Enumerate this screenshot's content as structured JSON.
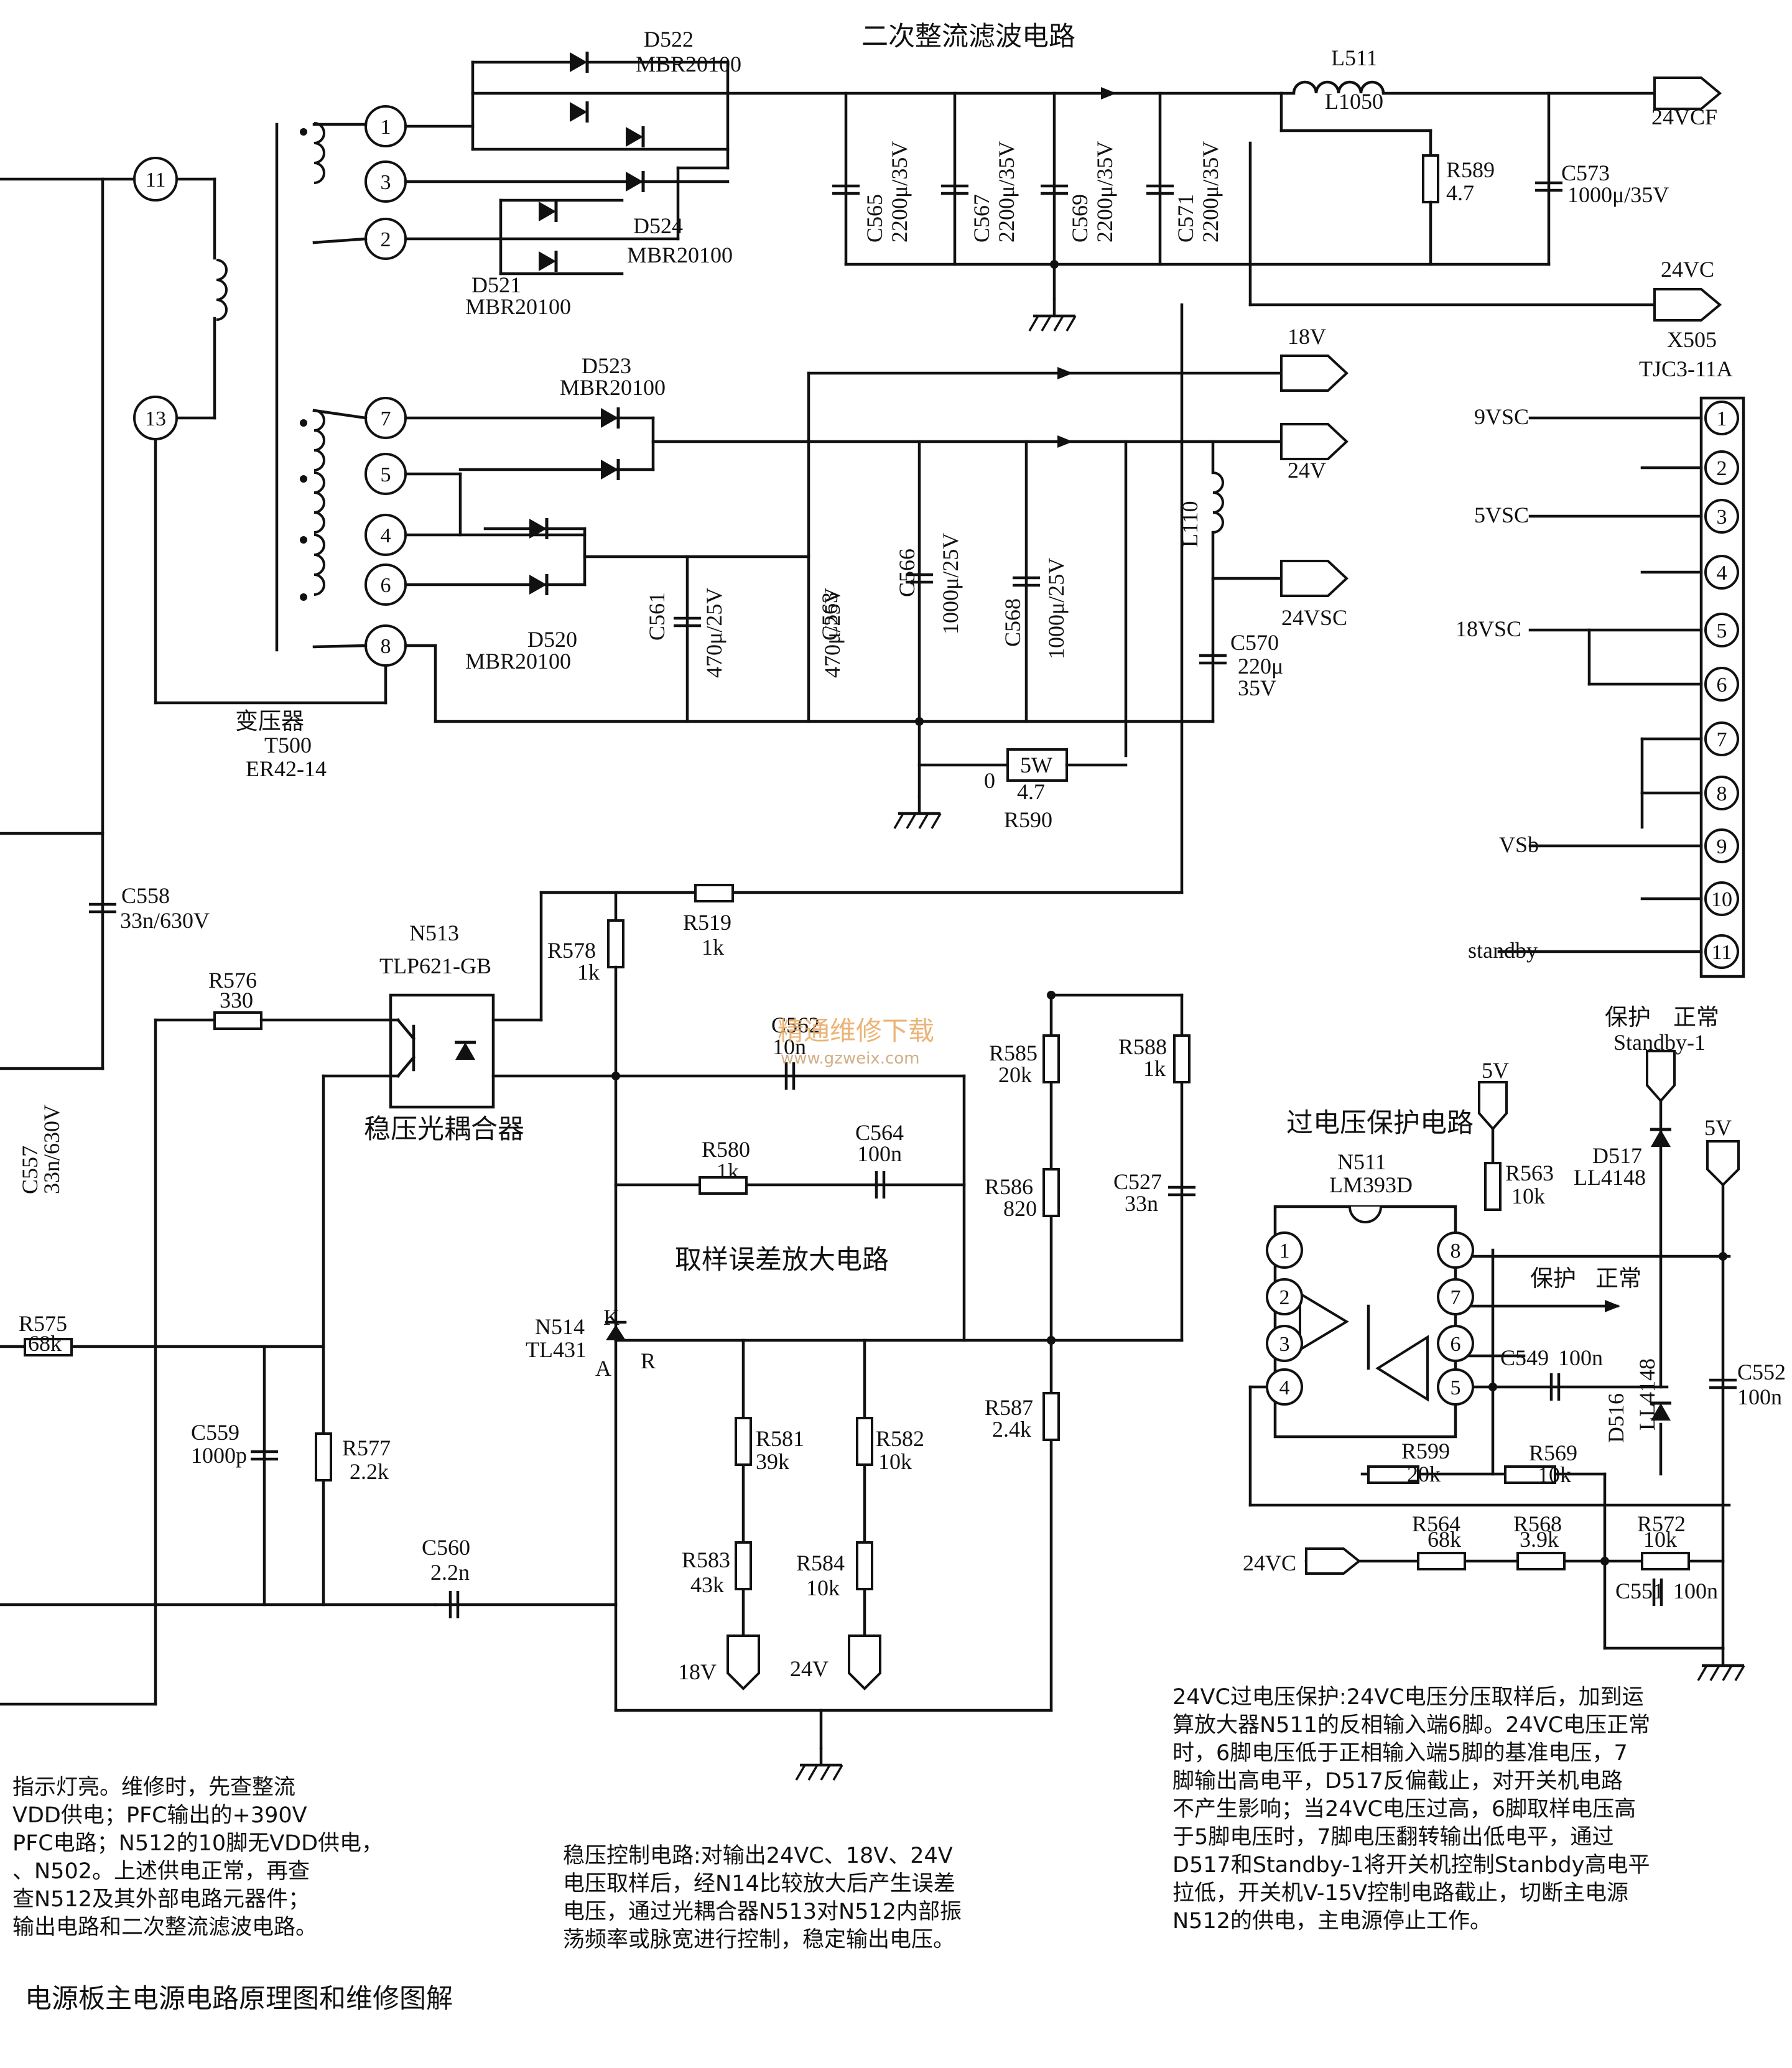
{
  "transformer": {
    "pins": [
      "11",
      "13",
      "1",
      "3",
      "2",
      "7",
      "5",
      "4",
      "6",
      "8"
    ],
    "name": "变压器",
    "ref": "T500",
    "type": "ER42-14"
  },
  "connector": {
    "ref": "X505",
    "type": "TJC3-11A",
    "pins": [
      "1",
      "2",
      "3",
      "4",
      "5",
      "6",
      "7",
      "8",
      "9",
      "10",
      "11"
    ],
    "signals": [
      "9VSC",
      "5VSC",
      "18VSC",
      "VSb",
      "standby"
    ]
  },
  "titles": {
    "secondary": "二次整流滤波电路",
    "optocoupler_caption": "稳压光耦合器",
    "error_amp": "取样误差放大电路",
    "ovp": "过电压保护电路",
    "page_title": "电源板主电源电路原理图和维修图解"
  },
  "components": [
    "D522",
    "MBR20100",
    "D524",
    "MBR20100",
    "D521",
    "MBR20100",
    "D523",
    "MBR20100",
    "D520",
    "MBR20100",
    "L511",
    "L1050",
    "R589",
    "4.7",
    "C573",
    "1000μ/35V",
    "C565",
    "2200μ/35V",
    "C567",
    "2200μ/35V",
    "C569",
    "2200μ/35V",
    "C571",
    "2200μ/35V",
    "C561",
    "470μ/25V",
    "C563",
    "470μ/25V",
    "C566",
    "1000μ/25V",
    "C568",
    "1000μ/25V",
    "L110",
    "C570",
    "220μ",
    "35V",
    "5W",
    "4.7",
    "R590",
    "0",
    "C558",
    "33n/630V",
    "C557",
    "33n/630V",
    "N513",
    "TLP621-GB",
    "R576",
    "330",
    "R578",
    "1k",
    "R519",
    "1k",
    "C562",
    "10n",
    "R580",
    "1k",
    "C564",
    "100n",
    "R585",
    "20k",
    "R586",
    "820",
    "R587",
    "2.4k",
    "R588",
    "1k",
    "C527",
    "33n",
    "N514",
    "TL431",
    "K",
    "A",
    "R",
    "R581",
    "39k",
    "R582",
    "10k",
    "R583",
    "43k",
    "R584",
    "10k",
    "R575",
    "68k",
    "C559",
    "1000p",
    "R577",
    "2.2k",
    "C560",
    "2.2n",
    "N511",
    "LM393D",
    "R563",
    "10k",
    "D517",
    "LL4148",
    "D516",
    "LL4148",
    "C549",
    "100n",
    "R569",
    "10k",
    "R599",
    "20k",
    "C552",
    "100n",
    "R564",
    "68k",
    "R568",
    "3.9k",
    "R572",
    "10k",
    "C551",
    "100n",
    "Standby-1"
  ],
  "nets": {
    "out_24vcf": "24VCF",
    "out_24vc": "24VC",
    "out_18v": "18V",
    "out_24v": "24V",
    "out_24vsc": "24VSC",
    "in_18v": "18V",
    "in_24v": "24V",
    "in_5v_a": "5V",
    "in_5v_b": "5V",
    "in_24vc": "24VC"
  },
  "ovp_pins": [
    "1",
    "2",
    "3",
    "4",
    "8",
    "7",
    "6",
    "5"
  ],
  "status_labels": {
    "protect": "保护",
    "normal": "正常",
    "protect2": "保护",
    "normal2": "正常"
  },
  "notes": {
    "left": [
      "指示灯亮。维修时，先查整流",
      "VDD供电；PFC输出的+390V",
      "PFC电路；N512的10脚无VDD供电，",
      "、N502。上述供电正常，再查",
      "查N512及其外部电路元器件；",
      "输出电路和二次整流滤波电路。"
    ],
    "center": [
      "稳压控制电路:对输出24VC、18V、24V",
      "电压取样后，经N14比较放大后产生误差",
      "电压，通过光耦合器N513对N512内部振",
      "荡频率或脉宽进行控制，稳定输出电压。"
    ],
    "right": [
      "24VC过电压保护:24VC电压分压取样后，加到运",
      "算放大器N511的反相输入端6脚。24VC电压正常",
      "时，6脚电压低于正相输入端5脚的基准电压，7",
      "脚输出高电平，D517反偏截止，对开关机电路",
      "不产生影响；当24VC电压过高，6脚取样电压高",
      "于5脚电压时，7脚电压翻转输出低电平，通过",
      "D517和Standby-1将开关机控制Stanbdy高电平",
      "拉低，开关机V-15V控制电路截止，切断主电源",
      "N512的供电，主电源停止工作。"
    ]
  },
  "watermark": {
    "cn": "精通维修下载",
    "url": "www.gzweix.com"
  }
}
